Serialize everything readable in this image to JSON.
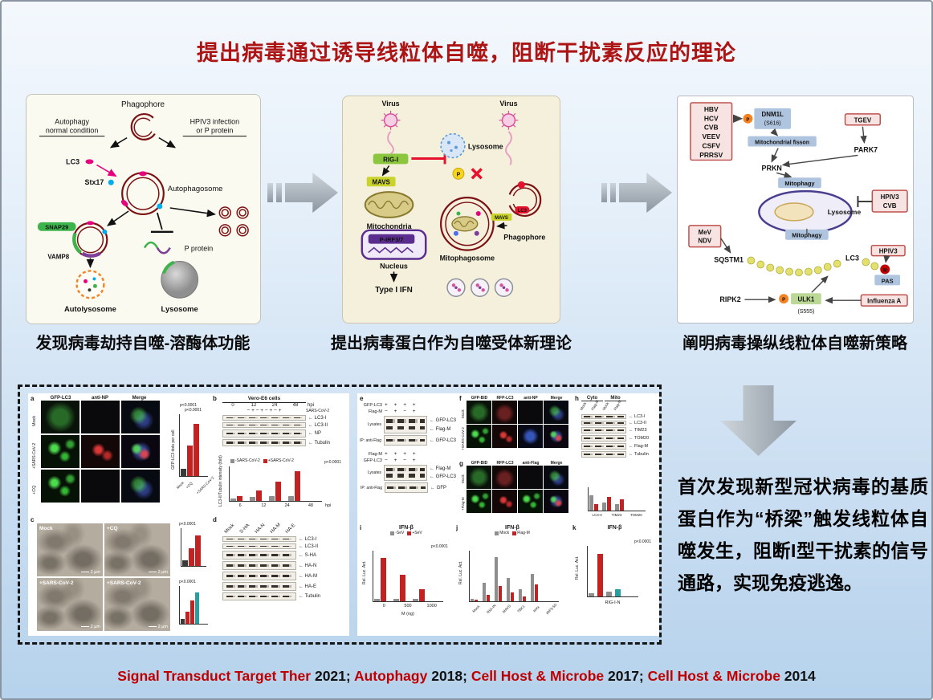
{
  "title": "提出病毒通过诱导线粒体自噬，阻断干扰素反应的理论",
  "captions": [
    "发现病毒劫持自噬-溶酶体功能",
    "提出病毒蛋白作为自噬受体新理论",
    "阐明病毒操纵线粒体自噬新策略"
  ],
  "summary": "首次发现新型冠状病毒的基质蛋白作为“桥梁”触发线粒体自噬发生，阻断I型干扰素的信号通路，实现免疫逃逸。",
  "citations": [
    {
      "journal": "Signal Transduct Target Ther",
      "suffix": " 2021; "
    },
    {
      "journal": "Autophagy",
      "suffix": " 2018; "
    },
    {
      "journal": "Cell Host & Microbe",
      "suffix": " 2017; "
    },
    {
      "journal": "Cell Host & Microbe",
      "suffix": " 2014"
    }
  ],
  "icons": {
    "left_arrow": "←"
  },
  "autophagy": {
    "phagophore": "Phagophore",
    "normal1": "Autophagy",
    "normal2": "normal condition",
    "infection1": "HPIV3 infection",
    "infection2": "or P protein",
    "lc3": "LC3",
    "stx17": "Stx17",
    "autophagosome": "Autophagosome",
    "snap29": "SNAP29",
    "vamp8": "VAMP8",
    "p_protein": "P protein",
    "autolysosome": "Autolysosome",
    "lysosome": "Lysosome"
  },
  "receptor": {
    "virus_left": "Virus",
    "virus_right": "Virus",
    "rig_i": "RIG-I",
    "mavs": "MAVS",
    "mitochondria": "Mitochondria",
    "lysosome": "Lysosome",
    "p": "P",
    "mavs2": "MAVS",
    "lc3": "LC3",
    "mitophagosome": "Mitophagosome",
    "phagophore": "Phagophore",
    "p_irf37": "P-IRF3/7",
    "nucleus": "Nucleus",
    "type_i_ifn": "Type I IFN"
  },
  "mitophagy": {
    "viruses": [
      "HBV",
      "HCV",
      "CVB",
      "VEEV",
      "CSFV",
      "PRRSV"
    ],
    "p1": "P",
    "dnm1l": "DNM1L",
    "dnm1l_site": "(S616)",
    "tgev": "TGEV",
    "fisson": "Mitochondrial  fisson",
    "park7": "PARK7",
    "prkn": "PRKN",
    "mitophagy1": "Mitophagy",
    "lysosome": "Lysosome",
    "hpiv3a": "HPIV3",
    "cvb": "CVB",
    "mitophagy2": "Mitophagy",
    "mev": "MeV",
    "ndv": "NDV",
    "sqstm1": "SQSTM1",
    "lc3": "LC3",
    "m": "M",
    "pas": "PAS",
    "hpiv3b": "HPIV3",
    "ripk2": "RIPK2",
    "p2": "P",
    "ulk1": "ULK1",
    "ulk1_site": "(S555)",
    "influenza": "Influenza A"
  },
  "fig1": {
    "a": {
      "label": "a",
      "headers": [
        "GFP-LC3",
        "anti-NP",
        "Merge"
      ],
      "rows": [
        "Mock",
        "+SARS-CoV-2",
        "+CQ"
      ],
      "cells": [
        "c-gd",
        "c-d",
        "c-gb",
        "c-g",
        "c-r",
        "c-m",
        "c-g",
        "c-d",
        "c-gb"
      ],
      "chart": {
        "ylabel": "GFP-LC3 dots per cell",
        "p1": "p<0.0001",
        "p2": "p<0.0001",
        "bars": [
          {
            "h": 12,
            "c": "d"
          },
          {
            "h": 50,
            "c": "r"
          },
          {
            "h": 84,
            "c": "r"
          }
        ],
        "x": [
          "Mock",
          "+CQ",
          "+SARS-CoV-2"
        ]
      }
    },
    "b": {
      "label": "b",
      "title": "Vero-E6 cells",
      "hpi": [
        "0",
        "12",
        "24",
        "48"
      ],
      "hpi_unit": "hpi",
      "signs": "−  +  −  +  −  +  −  +",
      "virus": "SARS-CoV-2",
      "bands": [
        "LC3-I",
        "LC3-II",
        "NP",
        "Tubulin"
      ],
      "chart": {
        "ylabel": "LC3-II/Tubulin intensity (fold)",
        "legend": [
          "-SARS-CoV-2",
          "+SARS-CoV-2"
        ],
        "p": "p<0.0001",
        "bars": [
          {
            "h": 8,
            "c": "k"
          },
          {
            "h": 14,
            "c": "r"
          },
          {
            "h": 0,
            "c": "s"
          },
          {
            "h": 11,
            "c": "k"
          },
          {
            "h": 30,
            "c": "r"
          },
          {
            "h": 0,
            "c": "s"
          },
          {
            "h": 13,
            "c": "k"
          },
          {
            "h": 56,
            "c": "r"
          },
          {
            "h": 0,
            "c": "s"
          },
          {
            "h": 15,
            "c": "k"
          },
          {
            "h": 86,
            "c": "r"
          }
        ],
        "x": [
          "6",
          "12",
          "24",
          "48"
        ],
        "x_unit": "hpi"
      }
    },
    "c": {
      "label": "c",
      "images": [
        "Mock",
        "+CQ",
        "+SARS-CoV-2",
        "+SARS-CoV-2"
      ],
      "scale": "2 μm",
      "chart1": {
        "p": "p<0.0001",
        "bars": [
          {
            "h": 14,
            "c": "d"
          },
          {
            "h": 46,
            "c": "r"
          },
          {
            "h": 80,
            "c": "r"
          }
        ]
      },
      "chart2": {
        "p": "p<0.0001",
        "bars": [
          {
            "h": 12,
            "c": "d"
          },
          {
            "h": 32,
            "c": "r"
          },
          {
            "h": 62,
            "c": "r"
          },
          {
            "h": 84,
            "c": "t"
          }
        ]
      }
    },
    "d": {
      "label": "d",
      "cols": [
        "Mock",
        "S-HA",
        "HA-N",
        "HA-M",
        "HA-E"
      ],
      "bands": [
        "LC3-I",
        "LC3-II",
        "S-HA",
        "HA-N",
        "HA-M",
        "HA-E",
        "Tubulin"
      ]
    }
  },
  "fig2": {
    "e": {
      "label": "e",
      "side_lysates": "Lysates",
      "side_ip": "IP: anti-Flag",
      "r1_label": "GFP-LC3",
      "r1_signs": "+  +  +  +",
      "r2_label": "Flag-M",
      "r2_signs": "−  +  −  +",
      "bands_top": [
        "GFP-LC3",
        "Flag-M"
      ],
      "r3_label": "Flag-M",
      "r3_signs": "+  +  +  +",
      "r4_label": "GFP-LC3",
      "r4_signs": "−  +  −  +",
      "bands_bot": [
        "Flag-M",
        "GFP-LC3",
        "GFP"
      ]
    },
    "f": {
      "label": "f",
      "headers": [
        "GFP-BID",
        "RFP-LC3",
        "anti-NP",
        "Merge"
      ],
      "rows": [
        "Mock",
        "+SARS-CoV-2"
      ],
      "cells": [
        "c-gd",
        "c-rd",
        "c-d",
        "c-gb",
        "c-g",
        "c-r",
        "c-b",
        "c-m"
      ]
    },
    "g": {
      "label": "g",
      "headers": [
        "GFP-BID",
        "RFP-LC3",
        "anti-Flag",
        "Merge"
      ],
      "rows": [
        "Mock",
        "+Flag-M"
      ],
      "cells": [
        "c-gd",
        "c-rd",
        "c-d",
        "c-gb",
        "c-g",
        "c-r",
        "c-g",
        "c-m"
      ]
    },
    "h": {
      "label": "h",
      "groups": [
        "Cyto",
        "Mito"
      ],
      "cols": [
        "Mock",
        "Flag-M",
        "Mock",
        "Flag-M"
      ],
      "bands": [
        "LC3-I",
        "LC3-II",
        "TIM23",
        "TOM20",
        "Flag-M",
        "Tubulin"
      ],
      "chart": {
        "bars": [
          {
            "h": 64,
            "c": "k"
          },
          {
            "h": 26,
            "c": "r"
          },
          {
            "h": 0,
            "c": "s"
          },
          {
            "h": 36,
            "c": "k"
          },
          {
            "h": 58,
            "c": "r"
          },
          {
            "h": 0,
            "c": "s"
          },
          {
            "h": 28,
            "c": "k"
          },
          {
            "h": 50,
            "c": "r"
          }
        ],
        "x": [
          "LC3-II",
          "TIM23",
          "TOM20"
        ]
      }
    },
    "i": {
      "label": "i",
      "title": "IFN-β",
      "legend": [
        "-SeV",
        "+SeV"
      ],
      "ylabel": "Rel. Luc. Act.",
      "p": "p<0.0001",
      "bars": [
        {
          "h": 5,
          "c": "k"
        },
        {
          "h": 86,
          "c": "r"
        },
        {
          "h": 0,
          "c": "s"
        },
        {
          "h": 5,
          "c": "k"
        },
        {
          "h": 52,
          "c": "r"
        },
        {
          "h": 0,
          "c": "s"
        },
        {
          "h": 5,
          "c": "k"
        },
        {
          "h": 24,
          "c": "r"
        }
      ],
      "x": [
        "0",
        "500",
        "1000"
      ],
      "x_unit": "M (ng)"
    },
    "j": {
      "label": "j",
      "title": "IFN-β",
      "legend": [
        "Mock",
        "Flag-M"
      ],
      "ylabel": "Rel. Luc. Act.",
      "bars": [
        {
          "h": 4,
          "c": "k"
        },
        {
          "h": 3,
          "c": "r"
        },
        {
          "h": 0,
          "c": "s"
        },
        {
          "h": 36,
          "c": "k"
        },
        {
          "h": 13,
          "c": "r"
        },
        {
          "h": 0,
          "c": "s"
        },
        {
          "h": 88,
          "c": "k"
        },
        {
          "h": 30,
          "c": "r"
        },
        {
          "h": 0,
          "c": "s"
        },
        {
          "h": 46,
          "c": "k"
        },
        {
          "h": 17,
          "c": "r"
        },
        {
          "h": 0,
          "c": "s"
        },
        {
          "h": 24,
          "c": "k"
        },
        {
          "h": 10,
          "c": "r"
        },
        {
          "h": 0,
          "c": "s"
        },
        {
          "h": 54,
          "c": "k"
        },
        {
          "h": 34,
          "c": "r"
        }
      ],
      "x": [
        "Mock",
        "RIG-IN",
        "MAVS",
        "TBK1",
        "IKKε",
        "IRF3-5D"
      ]
    },
    "k": {
      "label": "k",
      "title": "IFN-β",
      "ylabel": "Rel. Luc. Act.",
      "p": "p<0.0001",
      "bars": [
        {
          "h": 6,
          "c": "k"
        },
        {
          "h": 84,
          "c": "r"
        },
        {
          "h": 10,
          "c": "k"
        },
        {
          "h": 14,
          "c": "t"
        }
      ],
      "footer": "RIG-I-N"
    }
  }
}
